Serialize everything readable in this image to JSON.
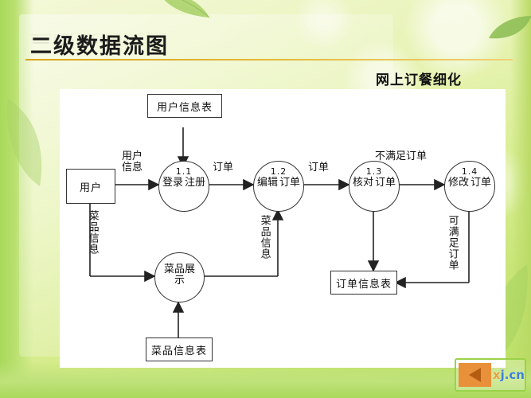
{
  "slide": {
    "title": "二级数据流图",
    "subtitle": "网上订餐细化",
    "accent_line_color": "#d8a319",
    "background_colors": [
      "#f4f8d8",
      "#d6ec8c",
      "#b7df63"
    ]
  },
  "diagram": {
    "type": "data-flow-diagram",
    "entities": [
      {
        "id": "user",
        "label": "用户"
      }
    ],
    "data_stores": [
      {
        "id": "user-info-table",
        "label": "用户信息表"
      },
      {
        "id": "order-info-table",
        "label": "订单信息表"
      },
      {
        "id": "dish-info-table",
        "label": "菜品信息表"
      }
    ],
    "processes": [
      {
        "id": "p11",
        "number": "1.1",
        "col1": "登录",
        "col2": "注册"
      },
      {
        "id": "p12",
        "number": "1.2",
        "col1": "编辑",
        "col2": "订单"
      },
      {
        "id": "p13",
        "number": "1.3",
        "col1": "核对",
        "col2": "订单"
      },
      {
        "id": "p14",
        "number": "1.4",
        "col1": "修改",
        "col2": "订单"
      },
      {
        "id": "dish-show",
        "number": "",
        "line1": "菜品展",
        "line2": "示"
      }
    ],
    "flows": [
      {
        "id": "flow-user-info",
        "label": "用户信息",
        "from": "user",
        "to": "p11"
      },
      {
        "id": "flow-dish-info-left",
        "label": "菜品信息",
        "from": "user",
        "to": "dish-show",
        "orientation": "vertical"
      },
      {
        "id": "flow-order-1",
        "label": "订单",
        "from": "p11",
        "to": "p12"
      },
      {
        "id": "flow-dish-info-mid",
        "label": "菜品信息",
        "from": "dish-show",
        "to": "p12",
        "orientation": "vertical"
      },
      {
        "id": "flow-order-2",
        "label": "订单",
        "from": "p12",
        "to": "p13"
      },
      {
        "id": "flow-unsatisfied-order",
        "label": "不满足订单",
        "from": "p13",
        "to": "p14"
      },
      {
        "id": "flow-satisfiable-order",
        "label": "可满足订单",
        "from": "p14",
        "to": "order-info-table",
        "orientation": "vertical"
      }
    ]
  },
  "logo": {
    "back_label": "◀",
    "text_prefix": "x",
    "text_suffix": "j.cn",
    "button_color": "#e8913a"
  }
}
